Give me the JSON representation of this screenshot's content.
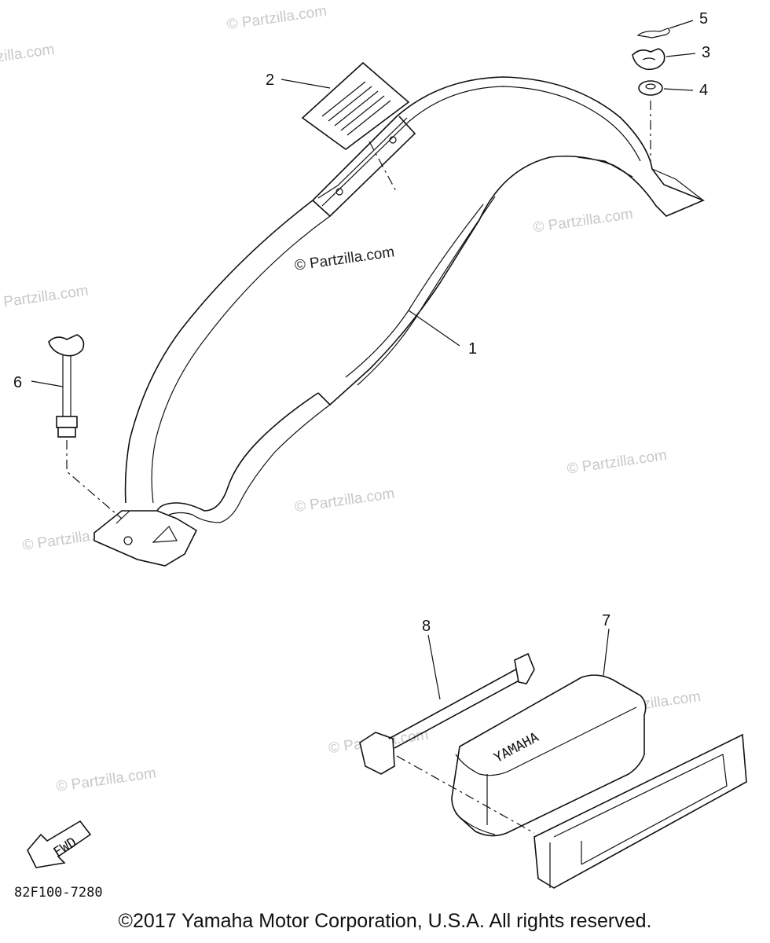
{
  "diagram_code": "82F100-7280",
  "copyright": "©2017 Yamaha Motor Corporation, U.S.A. All rights reserved.",
  "watermark_text": "© Partzilla.com",
  "center_watermark": "© Partzilla.com",
  "fwd_label": "FWD",
  "part_labels": {
    "p1": "1",
    "p2": "2",
    "p3": "3",
    "p4": "4",
    "p5": "5",
    "p6": "6",
    "p7": "7",
    "p8": "8"
  },
  "colors": {
    "line": "#111111",
    "watermark": "#c8c8c8",
    "background": "#ffffff"
  }
}
